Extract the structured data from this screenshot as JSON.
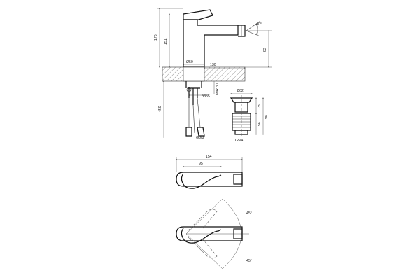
{
  "side_view": {
    "dimensions": {
      "height_total": "176",
      "height_spout": "151",
      "spout_height": "92",
      "reach": "130",
      "base_diameter": "Ø50",
      "jet_angle": "40°",
      "max_thickness": "Max 30",
      "hole_diameter": "Ø35",
      "hose_length": "450",
      "hose_thread": "G3/8"
    }
  },
  "waste_view": {
    "dimensions": {
      "top_diameter": "Ø62",
      "height_upper": "39",
      "height_lower": "56",
      "height_total": "98",
      "thread": "G5/4"
    }
  },
  "top_view": {
    "dimensions": {
      "length_total": "154",
      "lever_length": "95"
    }
  },
  "rotation_view": {
    "dimensions": {
      "angle_up": "45°",
      "angle_down": "45°"
    }
  },
  "colors": {
    "line": "#333333",
    "hatch": "#777777",
    "background": "#ffffff"
  }
}
